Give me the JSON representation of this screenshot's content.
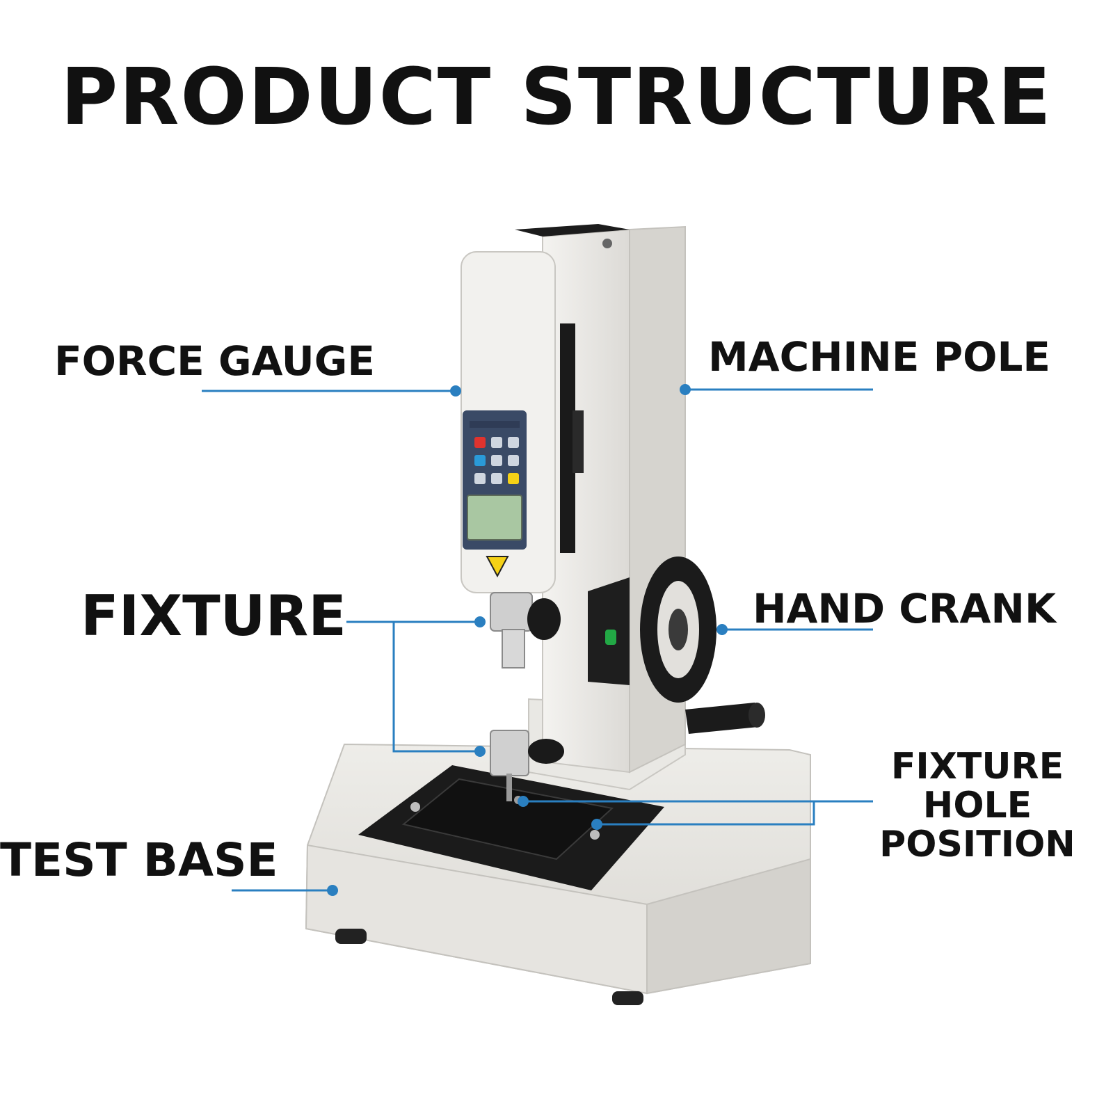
{
  "title": "PRODUCT STRUCTURE",
  "labels": {
    "force_gauge": "FORCE GAUGE",
    "machine_pole": "MACHINE POLE",
    "fixture": "FIXTURE",
    "hand_crank": "HAND CRANK",
    "fixture_hole_position": "FIXTURE HOLE POSITION",
    "test_base": "TEST BASE"
  },
  "colors": {
    "leader_line": "#2a7fc0",
    "text": "#111111",
    "machine_body": "#ecebe8",
    "machine_shadow": "#cfcdc8",
    "plate": "#1b1b1b",
    "display": "#a9c7a2",
    "key_red": "#e0332e",
    "key_yellow": "#f5d116",
    "key_blue": "#2a9ad8",
    "key_green": "#22a845"
  }
}
